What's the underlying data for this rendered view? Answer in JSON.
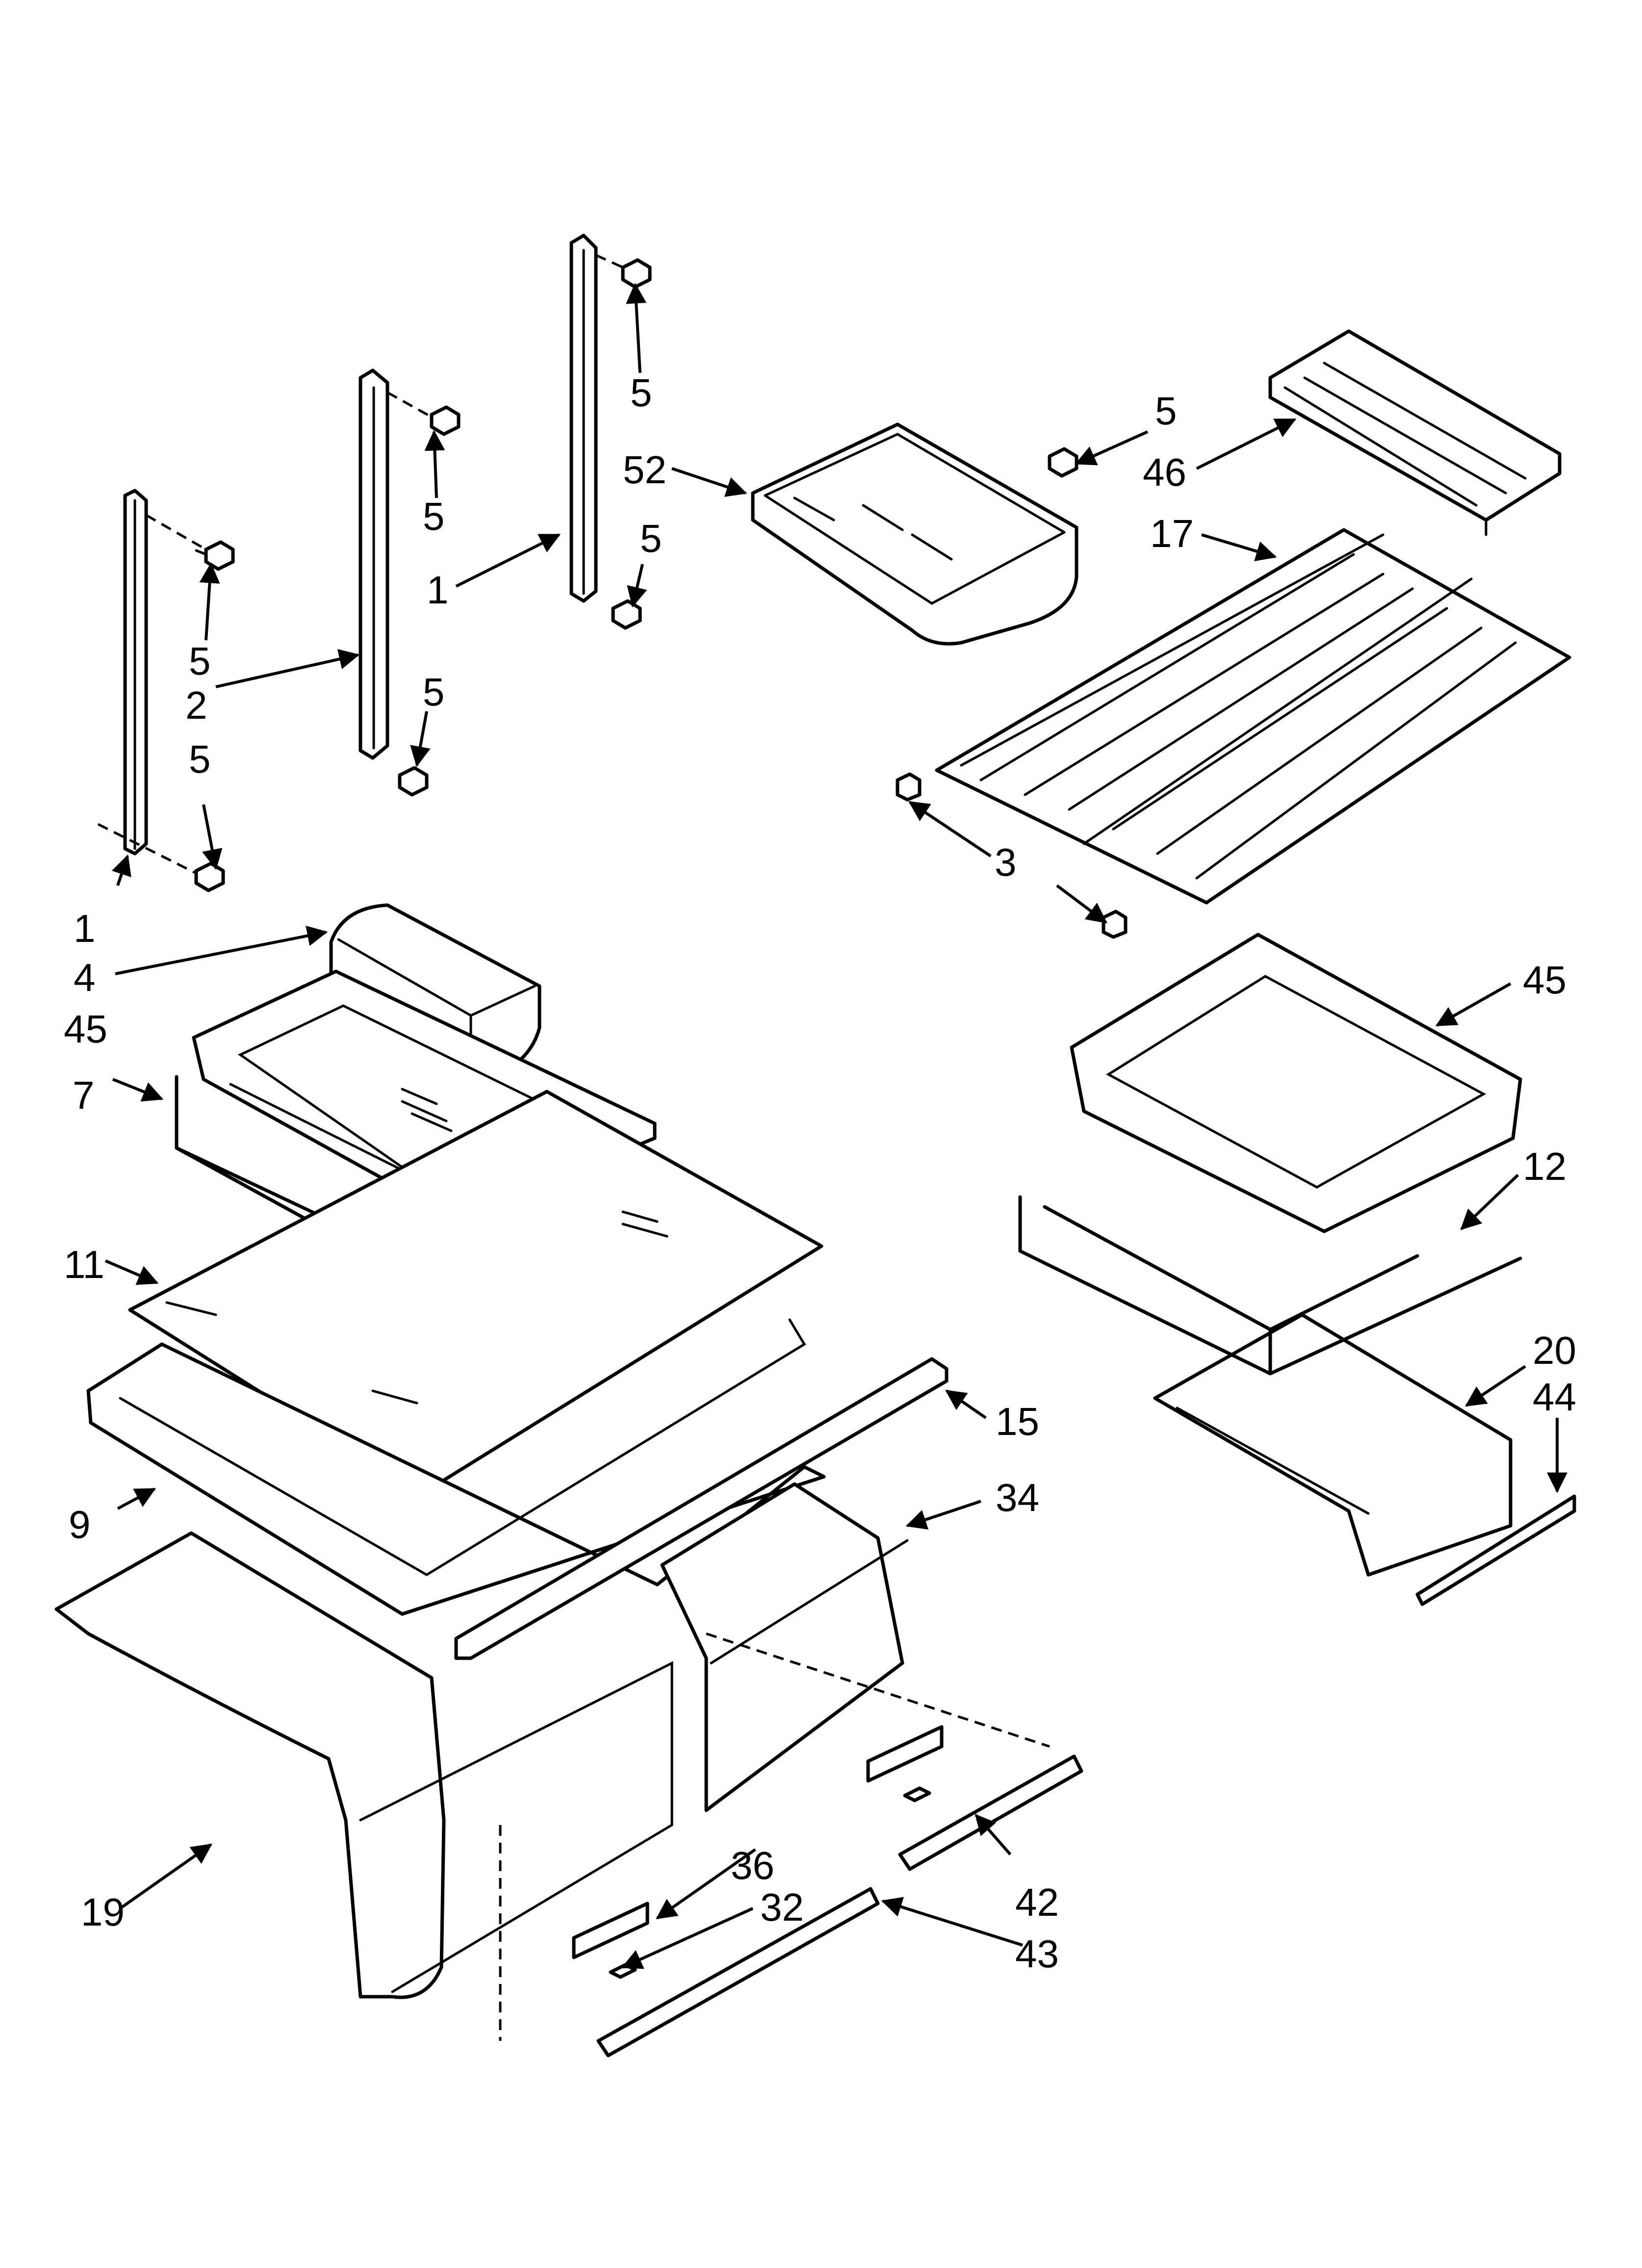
{
  "callouts": [
    {
      "id": "c-1a",
      "text": "1"
    },
    {
      "id": "c-1b",
      "text": "1"
    },
    {
      "id": "c-2",
      "text": "2"
    },
    {
      "id": "c-3",
      "text": "3"
    },
    {
      "id": "c-4",
      "text": "4"
    },
    {
      "id": "c-5a",
      "text": "5"
    },
    {
      "id": "c-5b",
      "text": "5"
    },
    {
      "id": "c-5c",
      "text": "5"
    },
    {
      "id": "c-5d",
      "text": "5"
    },
    {
      "id": "c-5e",
      "text": "5"
    },
    {
      "id": "c-5f",
      "text": "5"
    },
    {
      "id": "c-5g",
      "text": "5"
    },
    {
      "id": "c-7",
      "text": "7"
    },
    {
      "id": "c-9",
      "text": "9"
    },
    {
      "id": "c-11",
      "text": "11"
    },
    {
      "id": "c-12",
      "text": "12"
    },
    {
      "id": "c-15",
      "text": "15"
    },
    {
      "id": "c-17",
      "text": "17"
    },
    {
      "id": "c-19",
      "text": "19"
    },
    {
      "id": "c-20",
      "text": "20"
    },
    {
      "id": "c-32",
      "text": "32"
    },
    {
      "id": "c-34",
      "text": "34"
    },
    {
      "id": "c-36",
      "text": "36"
    },
    {
      "id": "c-42",
      "text": "42"
    },
    {
      "id": "c-43",
      "text": "43"
    },
    {
      "id": "c-44",
      "text": "44"
    },
    {
      "id": "c-45a",
      "text": "45"
    },
    {
      "id": "c-45b",
      "text": "45"
    },
    {
      "id": "c-46",
      "text": "46"
    },
    {
      "id": "c-52",
      "text": "52"
    }
  ]
}
